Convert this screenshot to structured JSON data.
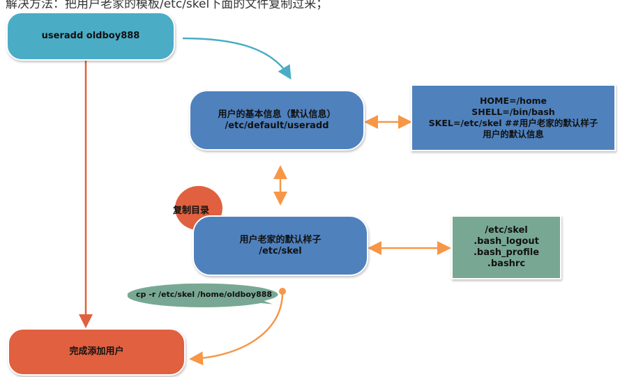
{
  "heading": "解决方法：把用户老家的模板/etc/skel下面的文件复制过来；",
  "nodes": {
    "useradd": "useradd oldboy888",
    "default_info": "用户的基本信息（默认信息）\n/etc/default/useradd",
    "default_values": "HOME=/home\nSHELL=/bin/bash\nSKEL=/etc/skel    ##用户老家的默认样子\n用户的默认信息",
    "skel": "用户老家的默认样子\n/etc/skel",
    "skel_files": "/etc/skel\n.bash_logout\n.bash_profile\n.bashrc",
    "copy_callout": "复制目录",
    "cp_command": "cp -r /etc/skel /home/oldboy888",
    "done": "完成添加用户"
  },
  "colors": {
    "teal": "#4BACC6",
    "blue": "#4F81BD",
    "green": "#78A893",
    "red": "#E0603F",
    "arrow_orange": "#F79646"
  }
}
